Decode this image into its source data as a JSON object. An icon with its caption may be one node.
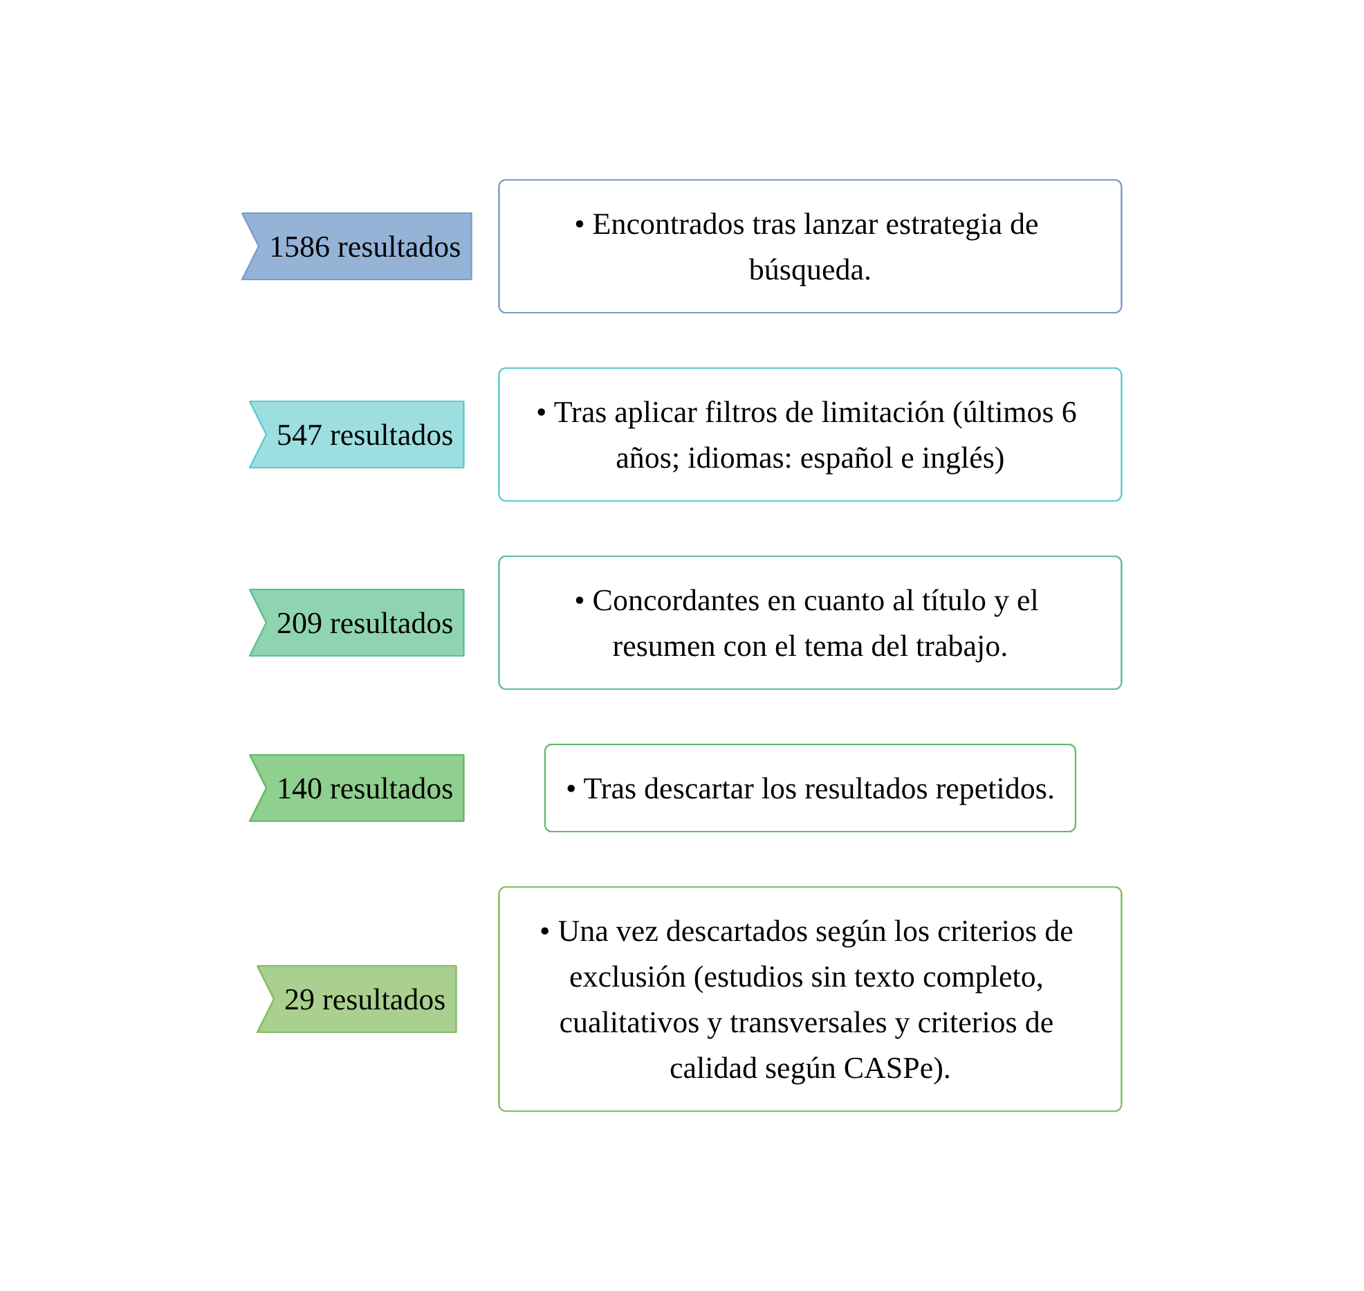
{
  "diagram": {
    "nodes": [
      {
        "text": [
          "1586 resultados"
        ]
      },
      {
        "text": [
          "• Encontrados tras lanzar estrategia de búsqueda."
        ]
      },
      {
        "text": [
          "547 resultados"
        ]
      },
      {
        "text": [
          "• Tras aplicar filtros de limitación (últimos 6 años; idiomas: español e inglés)"
        ]
      },
      {
        "text": [
          "209 resultados"
        ]
      },
      {
        "text": [
          "• Concordantes en cuanto al título y el resumen con el tema del trabajo."
        ]
      },
      {
        "text": [
          "140 resultados"
        ]
      },
      {
        "text": [
          "• Tras descartar los resultados repetidos."
        ]
      },
      {
        "text": [
          "29 resultados"
        ]
      },
      {
        "text": [
          "• Una vez descartados según los criterios de exclusión (estudios sin texto completo, cualitativos y transversales y criterios de calidad según CASPe)."
        ]
      }
    ]
  }
}
